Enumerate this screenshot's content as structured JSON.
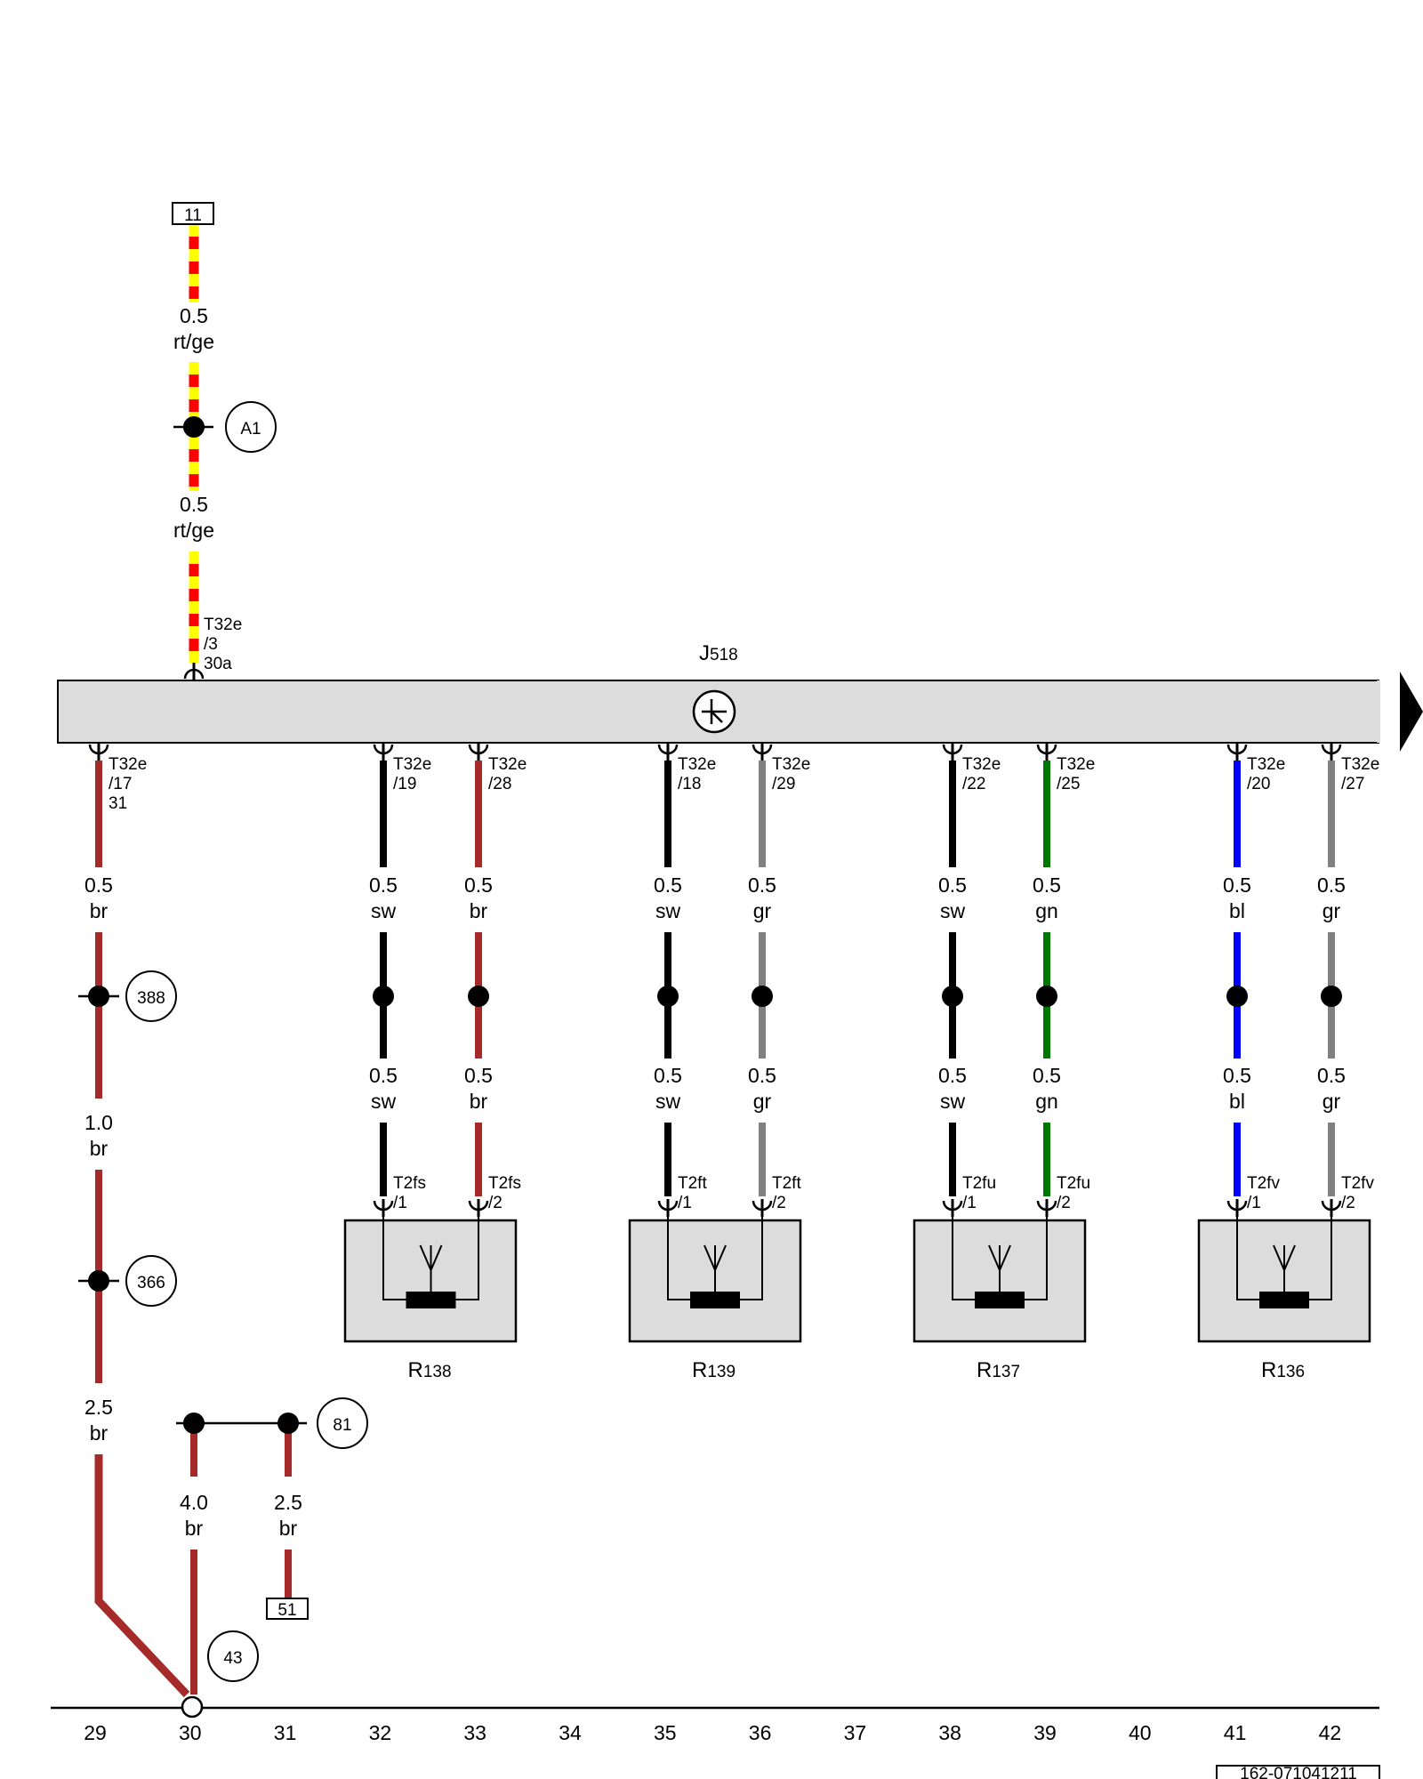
{
  "colors": {
    "rt": "#ff0000",
    "ge": "#ffff00",
    "br": "#a52a2a",
    "sw": "#000000",
    "gr": "#808080",
    "gn": "#007700",
    "bl": "#0000ff",
    "box_fill": "#dcdcdc"
  },
  "top_connector": "11",
  "top_wire": {
    "seg1": {
      "size": "0.5",
      "color": "rt/ge"
    },
    "seg2": {
      "size": "0.5",
      "color": "rt/ge"
    },
    "splice": "A1",
    "pin": {
      "conn": "T32e",
      "pin": "/3",
      "term": "30a"
    }
  },
  "control_unit": {
    "prefix": "J",
    "num": "518",
    "icon": "immobilizer-key-icon"
  },
  "left_wire": {
    "pin": {
      "conn": "T32e",
      "pin": "/17",
      "term": "31"
    },
    "seg1": {
      "size": "0.5",
      "color": "br"
    },
    "splice1": "388",
    "seg2": {
      "size": "1.0",
      "color": "br"
    },
    "splice2": "366",
    "seg3": {
      "size": "2.5",
      "color": "br"
    }
  },
  "channels": [
    {
      "top_conn": "T32e",
      "top_pin": "/19",
      "size1": "0.5",
      "color1": "sw",
      "size2": "0.5",
      "color2": "sw",
      "bot_conn": "T2fs",
      "bot_pin": "/1"
    },
    {
      "top_conn": "T32e",
      "top_pin": "/28",
      "size1": "0.5",
      "color1": "br",
      "size2": "0.5",
      "color2": "br",
      "bot_conn": "T2fs",
      "bot_pin": "/2"
    },
    {
      "top_conn": "T32e",
      "top_pin": "/18",
      "size1": "0.5",
      "color1": "sw",
      "size2": "0.5",
      "color2": "sw",
      "bot_conn": "T2ft",
      "bot_pin": "/1"
    },
    {
      "top_conn": "T32e",
      "top_pin": "/29",
      "size1": "0.5",
      "color1": "gr",
      "size2": "0.5",
      "color2": "gr",
      "bot_conn": "T2ft",
      "bot_pin": "/2"
    },
    {
      "top_conn": "T32e",
      "top_pin": "/22",
      "size1": "0.5",
      "color1": "sw",
      "size2": "0.5",
      "color2": "sw",
      "bot_conn": "T2fu",
      "bot_pin": "/1"
    },
    {
      "top_conn": "T32e",
      "top_pin": "/25",
      "size1": "0.5",
      "color1": "gn",
      "size2": "0.5",
      "color2": "gn",
      "bot_conn": "T2fu",
      "bot_pin": "/2"
    },
    {
      "top_conn": "T32e",
      "top_pin": "/20",
      "size1": "0.5",
      "color1": "bl",
      "size2": "0.5",
      "color2": "bl",
      "bot_conn": "T2fv",
      "bot_pin": "/1"
    },
    {
      "top_conn": "T32e",
      "top_pin": "/27",
      "size1": "0.5",
      "color1": "gr",
      "size2": "0.5",
      "color2": "gr",
      "bot_conn": "T2fv",
      "bot_pin": "/2"
    }
  ],
  "sensors": [
    {
      "prefix": "R",
      "num": "138",
      "icon": "antenna-icon"
    },
    {
      "prefix": "R",
      "num": "139",
      "icon": "antenna-icon"
    },
    {
      "prefix": "R",
      "num": "137",
      "icon": "antenna-icon"
    },
    {
      "prefix": "R",
      "num": "136",
      "icon": "antenna-icon"
    }
  ],
  "ground": {
    "splice": "81",
    "wire_a": {
      "size": "4.0",
      "color": "br"
    },
    "wire_b": {
      "size": "2.5",
      "color": "br"
    },
    "connector": "51",
    "ground_point": "43"
  },
  "continuation_arrow_icon": "arrow-right-icon",
  "track_numbers": [
    "29",
    "30",
    "31",
    "32",
    "33",
    "34",
    "35",
    "36",
    "37",
    "38",
    "39",
    "40",
    "41",
    "42"
  ],
  "diagram_code": "162-071041211"
}
